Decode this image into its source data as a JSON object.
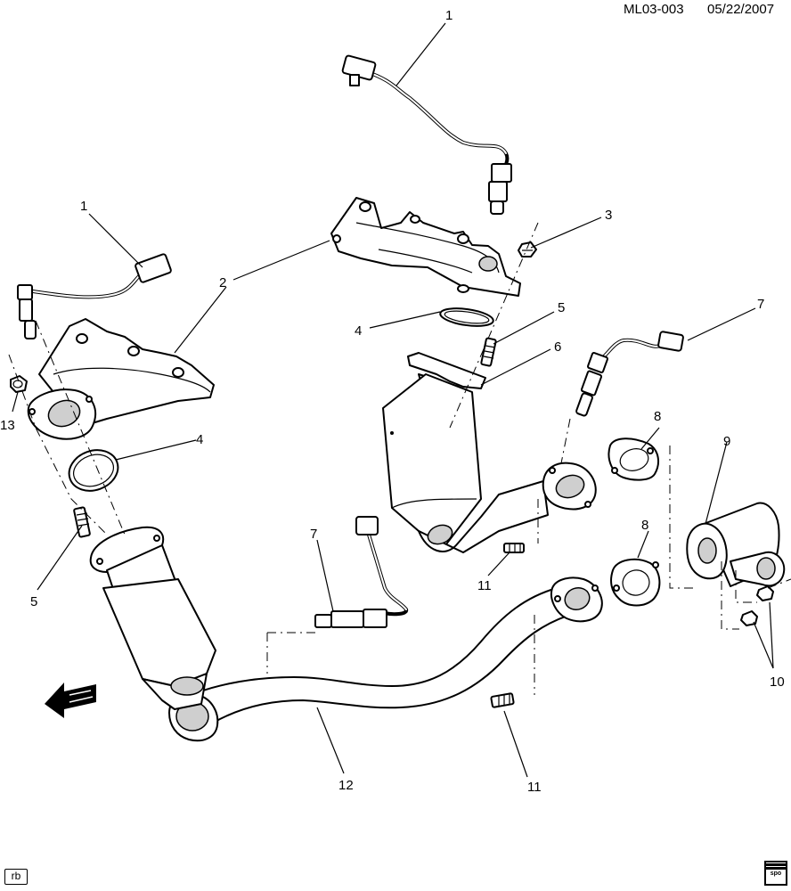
{
  "header": {
    "drawing_code": "ML03-003",
    "date": "05/22/2007"
  },
  "callouts": [
    {
      "id": "c1a",
      "label": "1"
    },
    {
      "id": "c1b",
      "label": "1"
    },
    {
      "id": "c2",
      "label": "2"
    },
    {
      "id": "c3",
      "label": "3"
    },
    {
      "id": "c4a",
      "label": "4"
    },
    {
      "id": "c4b",
      "label": "4"
    },
    {
      "id": "c5a",
      "label": "5"
    },
    {
      "id": "c5b",
      "label": "5"
    },
    {
      "id": "c6",
      "label": "6"
    },
    {
      "id": "c7a",
      "label": "7"
    },
    {
      "id": "c7b",
      "label": "7"
    },
    {
      "id": "c8a",
      "label": "8"
    },
    {
      "id": "c8b",
      "label": "8"
    },
    {
      "id": "c9",
      "label": "9"
    },
    {
      "id": "c10",
      "label": "10"
    },
    {
      "id": "c11a",
      "label": "11"
    },
    {
      "id": "c11b",
      "label": "11"
    },
    {
      "id": "c12",
      "label": "12"
    },
    {
      "id": "c13",
      "label": "13"
    }
  ],
  "footer": {
    "left_badge": "rb",
    "logo_text": "spo"
  }
}
